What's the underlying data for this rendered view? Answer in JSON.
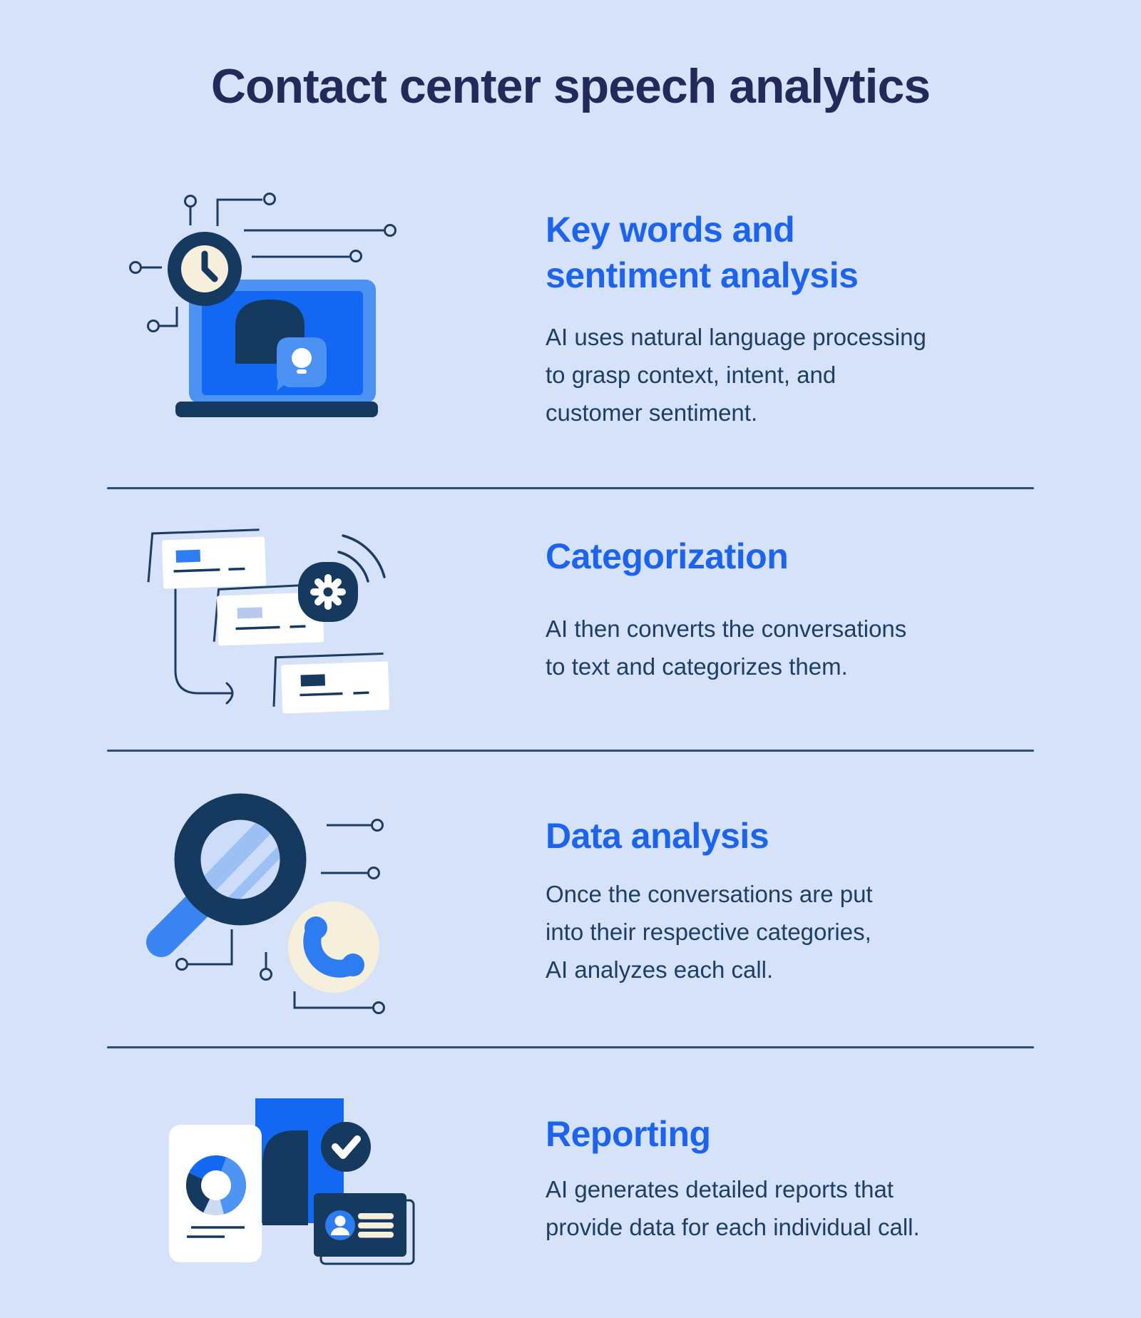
{
  "page": {
    "title": "Contact center speech analytics",
    "background_color": "#d6e2fa",
    "title_color": "#232a5a",
    "heading_color": "#1c64f0",
    "body_color": "#1d3f66",
    "divider_color": "#2c4e77",
    "illustration_colors": {
      "navy": "#16395f",
      "bright_blue": "#1268f2",
      "medium_blue": "#4b92f3",
      "light_blue": "#cddcf8",
      "periwinkle": "#b9c8ed",
      "cream": "#f6efdb",
      "white": "#ffffff"
    }
  },
  "sections": [
    {
      "heading": "Key words and\nsentiment analysis",
      "body": "AI uses natural language processing\nto grasp context, intent, and\ncustomer sentiment.",
      "illustration": "laptop-clock-circuit"
    },
    {
      "heading": "Categorization",
      "body": "AI then converts the conversations\nto text and categorizes them.",
      "illustration": "documents-gear-flow"
    },
    {
      "heading": "Data analysis",
      "body": "Once the conversations are put\ninto their respective categories,\nAI analyzes each call.",
      "illustration": "magnifier-phone-circuit"
    },
    {
      "heading": "Reporting",
      "body": "AI generates detailed reports that\nprovide data for each individual call.",
      "illustration": "report-chart-id-card"
    }
  ]
}
